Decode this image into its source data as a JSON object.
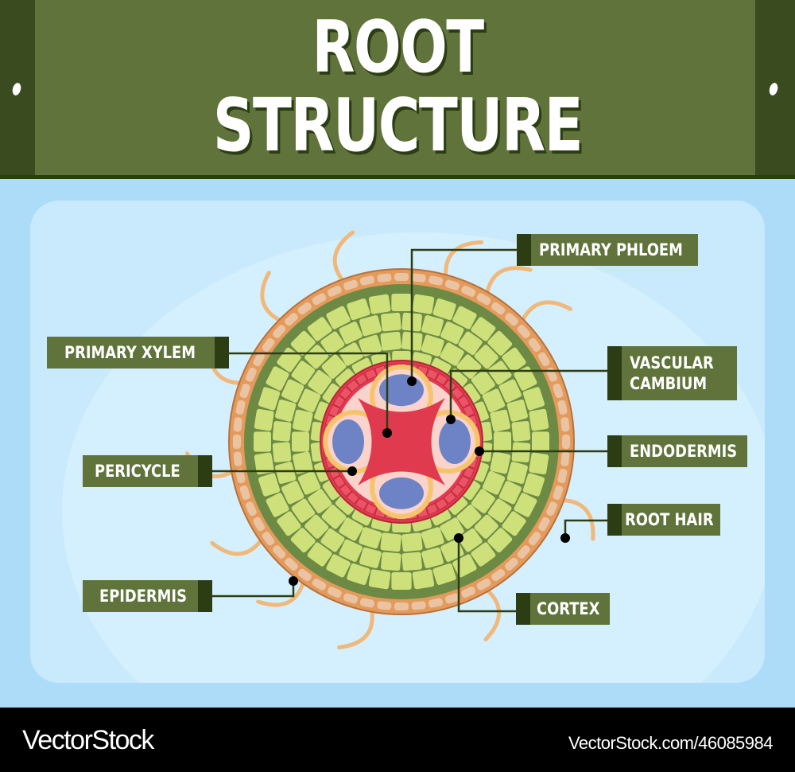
{
  "title": {
    "line1": "ROOT",
    "line2": "STRUCTURE"
  },
  "colors": {
    "banner": "#5f733a",
    "banner_dark": "#2c3d14",
    "background": "#acdcf7",
    "panel": "#c8eafc",
    "epidermis": "#e39a5a",
    "epidermis_cell": "#eac3a3",
    "cortex": "#cde07a",
    "cortex_wall": "#6d8a45",
    "endodermis": "#e4394f",
    "phloem": "#6e83c6",
    "cambium": "#f9d3cc",
    "pericycle_ring": "#f6c56b",
    "xylem": "#e03a4e",
    "root_hair": "#f0b87a",
    "pointer": "#000000",
    "leader_line": "#2c3d14"
  },
  "labels": [
    {
      "id": "primary-phloem",
      "text": "PRIMARY PHLOEM",
      "side": "right"
    },
    {
      "id": "primary-xylem",
      "text": "PRIMARY XYLEM",
      "side": "left"
    },
    {
      "id": "vascular-cambium",
      "text": "VASCULAR\nCAMBIUM",
      "side": "right"
    },
    {
      "id": "endodermis",
      "text": "ENDODERMIS",
      "side": "right"
    },
    {
      "id": "pericycle",
      "text": "PERICYCLE",
      "side": "left"
    },
    {
      "id": "root-hair",
      "text": "ROOT HAIR",
      "side": "right"
    },
    {
      "id": "epidermis",
      "text": "EPIDERMIS",
      "side": "left"
    },
    {
      "id": "cortex",
      "text": "CORTEX",
      "side": "right"
    }
  ],
  "footer": {
    "brand": "VectorStock",
    "url": "VectorStock.com/46085984"
  }
}
